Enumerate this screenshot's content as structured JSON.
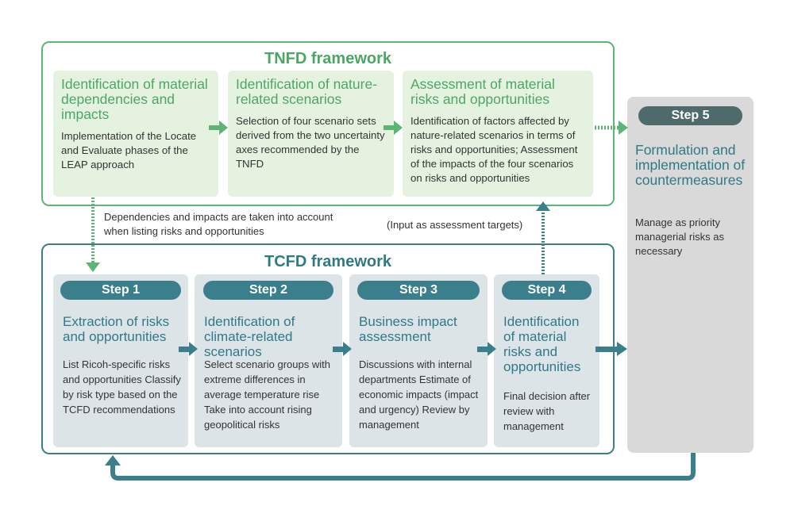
{
  "tnfd": {
    "title": "TNFD framework",
    "boxes": [
      {
        "heading": "Identification of material dependencies and impacts",
        "body": "Implementation of the Locate and Evaluate phases of the LEAP approach"
      },
      {
        "heading": "Identification of nature-related scenarios",
        "body": "Selection of four scenario sets derived from the two uncertainty axes recommended by the TNFD"
      },
      {
        "heading": "Assessment of material risks and opportunities",
        "body": "Identification of factors affected by nature-related scenarios in terms of risks and opportunities; Assessment of the impacts of the four scenarios on risks and opportunities"
      }
    ]
  },
  "notes": {
    "dependencies": "Dependencies and impacts are taken into account when listing risks and opportunities",
    "input": "(Input as assessment targets)"
  },
  "tcfd": {
    "title": "TCFD framework",
    "steps": [
      {
        "label": "Step 1",
        "heading": "Extraction of risks and opportunities",
        "body": "List Ricoh-specific risks and opportunities Classify by risk type based on the TCFD recommendations"
      },
      {
        "label": "Step 2",
        "heading": "Identification of climate-related scenarios",
        "body": "Select scenario groups with extreme differences in average temperature rise Take into account rising geopolitical risks"
      },
      {
        "label": "Step 3",
        "heading": "Business impact assessment",
        "body": "Discussions with internal departments Estimate of economic impacts (impact and urgency) Review by management"
      },
      {
        "label": "Step 4",
        "heading": "Identification of material risks and opportunities",
        "body": "Final decision after review with management"
      }
    ]
  },
  "step5": {
    "label": "Step 5",
    "heading": "Formulation and implementation of countermeasures",
    "body": "Manage as priority managerial risks as necessary"
  },
  "colors": {
    "tnfd_green": "#4aa862",
    "tcfd_teal": "#2f7a87",
    "step5_pill": "#4f6a6a"
  }
}
